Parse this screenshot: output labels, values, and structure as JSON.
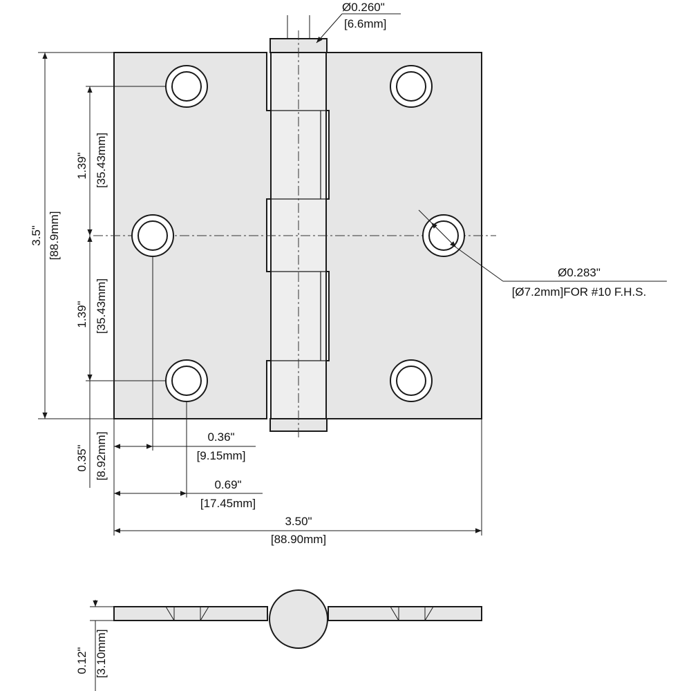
{
  "drawing": {
    "pin_diameter": {
      "imperial": "Ø0.260\"",
      "metric": "[6.6mm]"
    },
    "overall_height": {
      "imperial": "3.5\"",
      "metric": "[88.9mm]"
    },
    "hole_spacing_upper": {
      "imperial": "1.39\"",
      "metric": "[35.43mm]"
    },
    "hole_spacing_lower": {
      "imperial": "1.39\"",
      "metric": "[35.43mm]"
    },
    "hole_diameter": {
      "imperial": "Ø0.283\"",
      "metric": "[Ø7.2mm]FOR #10 F.H.S."
    },
    "bottom_offset": {
      "imperial": "0.35\"",
      "metric": "[8.92mm]"
    },
    "middle_hole_offset": {
      "imperial": "0.36\"",
      "metric": "[9.15mm]"
    },
    "outer_hole_offset": {
      "imperial": "0.69\"",
      "metric": "[17.45mm]"
    },
    "overall_width": {
      "imperial": "3.50\"",
      "metric": "[88.90mm]"
    },
    "thickness": {
      "imperial": "0.12\"",
      "metric": "[3.10mm]"
    }
  }
}
